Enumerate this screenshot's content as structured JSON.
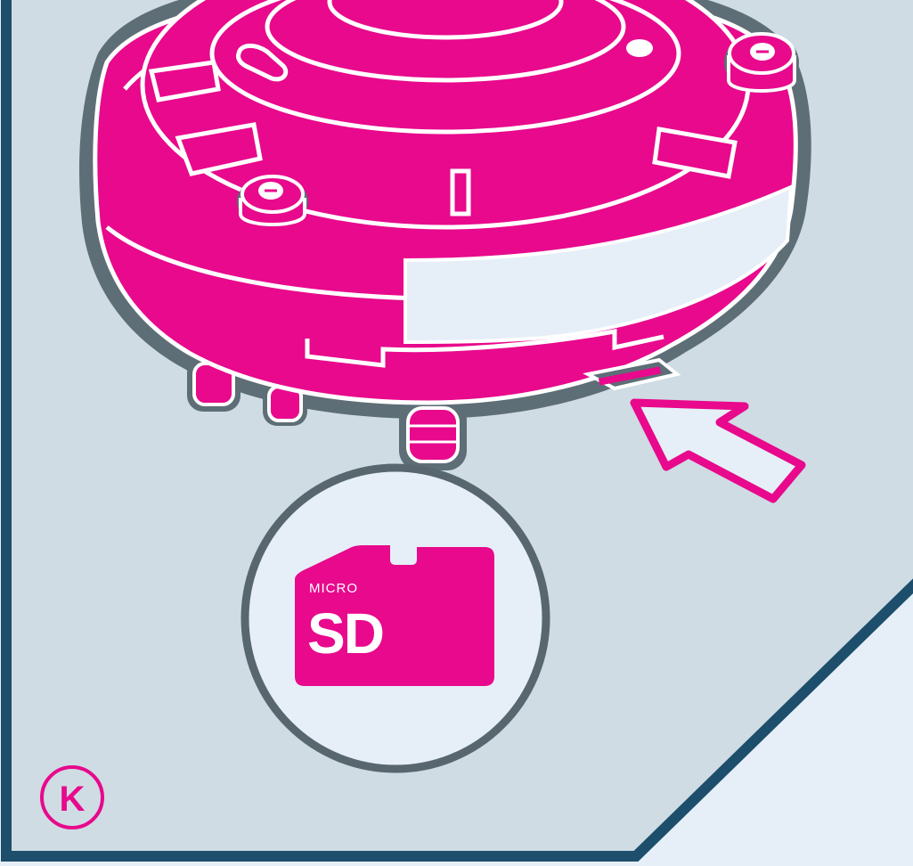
{
  "palette": {
    "panel_fill": "#cfdce4",
    "panel_border": "#1d4e6c",
    "page_background": "#e6eff8",
    "accent_magenta": "#e8098c",
    "outline_light": "#ffffff",
    "outline_dark": "#5e6e76",
    "callout_fill": "#e6eff8",
    "callout_border": "#58676f"
  },
  "illustration": {
    "subject": "device-base-underside",
    "arrow_icon": "insert-arrow-icon"
  },
  "card": {
    "icon": "micro-sd-card-icon",
    "micro_label": "MICRO",
    "main_label": "SD"
  },
  "step": {
    "letter": "K"
  }
}
